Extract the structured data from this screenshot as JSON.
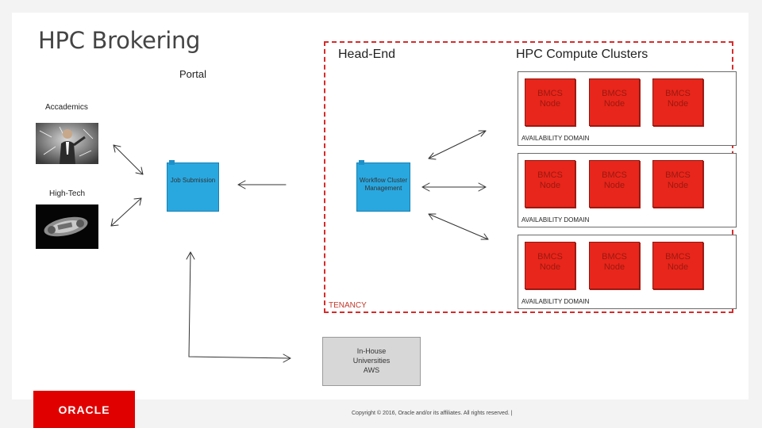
{
  "title": "HPC Brokering",
  "labels": {
    "head_end": "Head-End",
    "compute_clusters": "HPC Compute Clusters",
    "portal": "Portal",
    "academics": "Accademics",
    "high_tech": "High-Tech",
    "tenancy": "TENANCY"
  },
  "notes": {
    "job_submission": "Job Submission",
    "workflow": "Workflow Cluster Management",
    "inhouse": "In-House Universities AWS"
  },
  "availability_domains": [
    {
      "label": "AVAILABILITY DOMAIN",
      "nodes": [
        {
          "line1": "BMCS",
          "line2": "Node"
        },
        {
          "line1": "BMCS",
          "line2": "Node"
        },
        {
          "line1": "BMCS",
          "line2": "Node"
        }
      ]
    },
    {
      "label": "AVAILABILITY DOMAIN",
      "nodes": [
        {
          "line1": "BMCS",
          "line2": "Node"
        },
        {
          "line1": "BMCS",
          "line2": "Node"
        },
        {
          "line1": "BMCS",
          "line2": "Node"
        }
      ]
    },
    {
      "label": "AVAILABILITY DOMAIN",
      "nodes": [
        {
          "line1": "BMCS",
          "line2": "Node"
        },
        {
          "line1": "BMCS",
          "line2": "Node"
        },
        {
          "line1": "BMCS",
          "line2": "Node"
        }
      ]
    }
  ],
  "footer": {
    "logo_text": "ORACLE",
    "copyright": "Copyright © 2016, Oracle and/or its affiliates. All rights reserved. |"
  },
  "colors": {
    "node_red": "#e8261b",
    "tenancy_border": "#d62b2b",
    "note_blue": "#29a8e0",
    "note_grey": "#d7d7d7",
    "oracle_red": "#e00000"
  }
}
